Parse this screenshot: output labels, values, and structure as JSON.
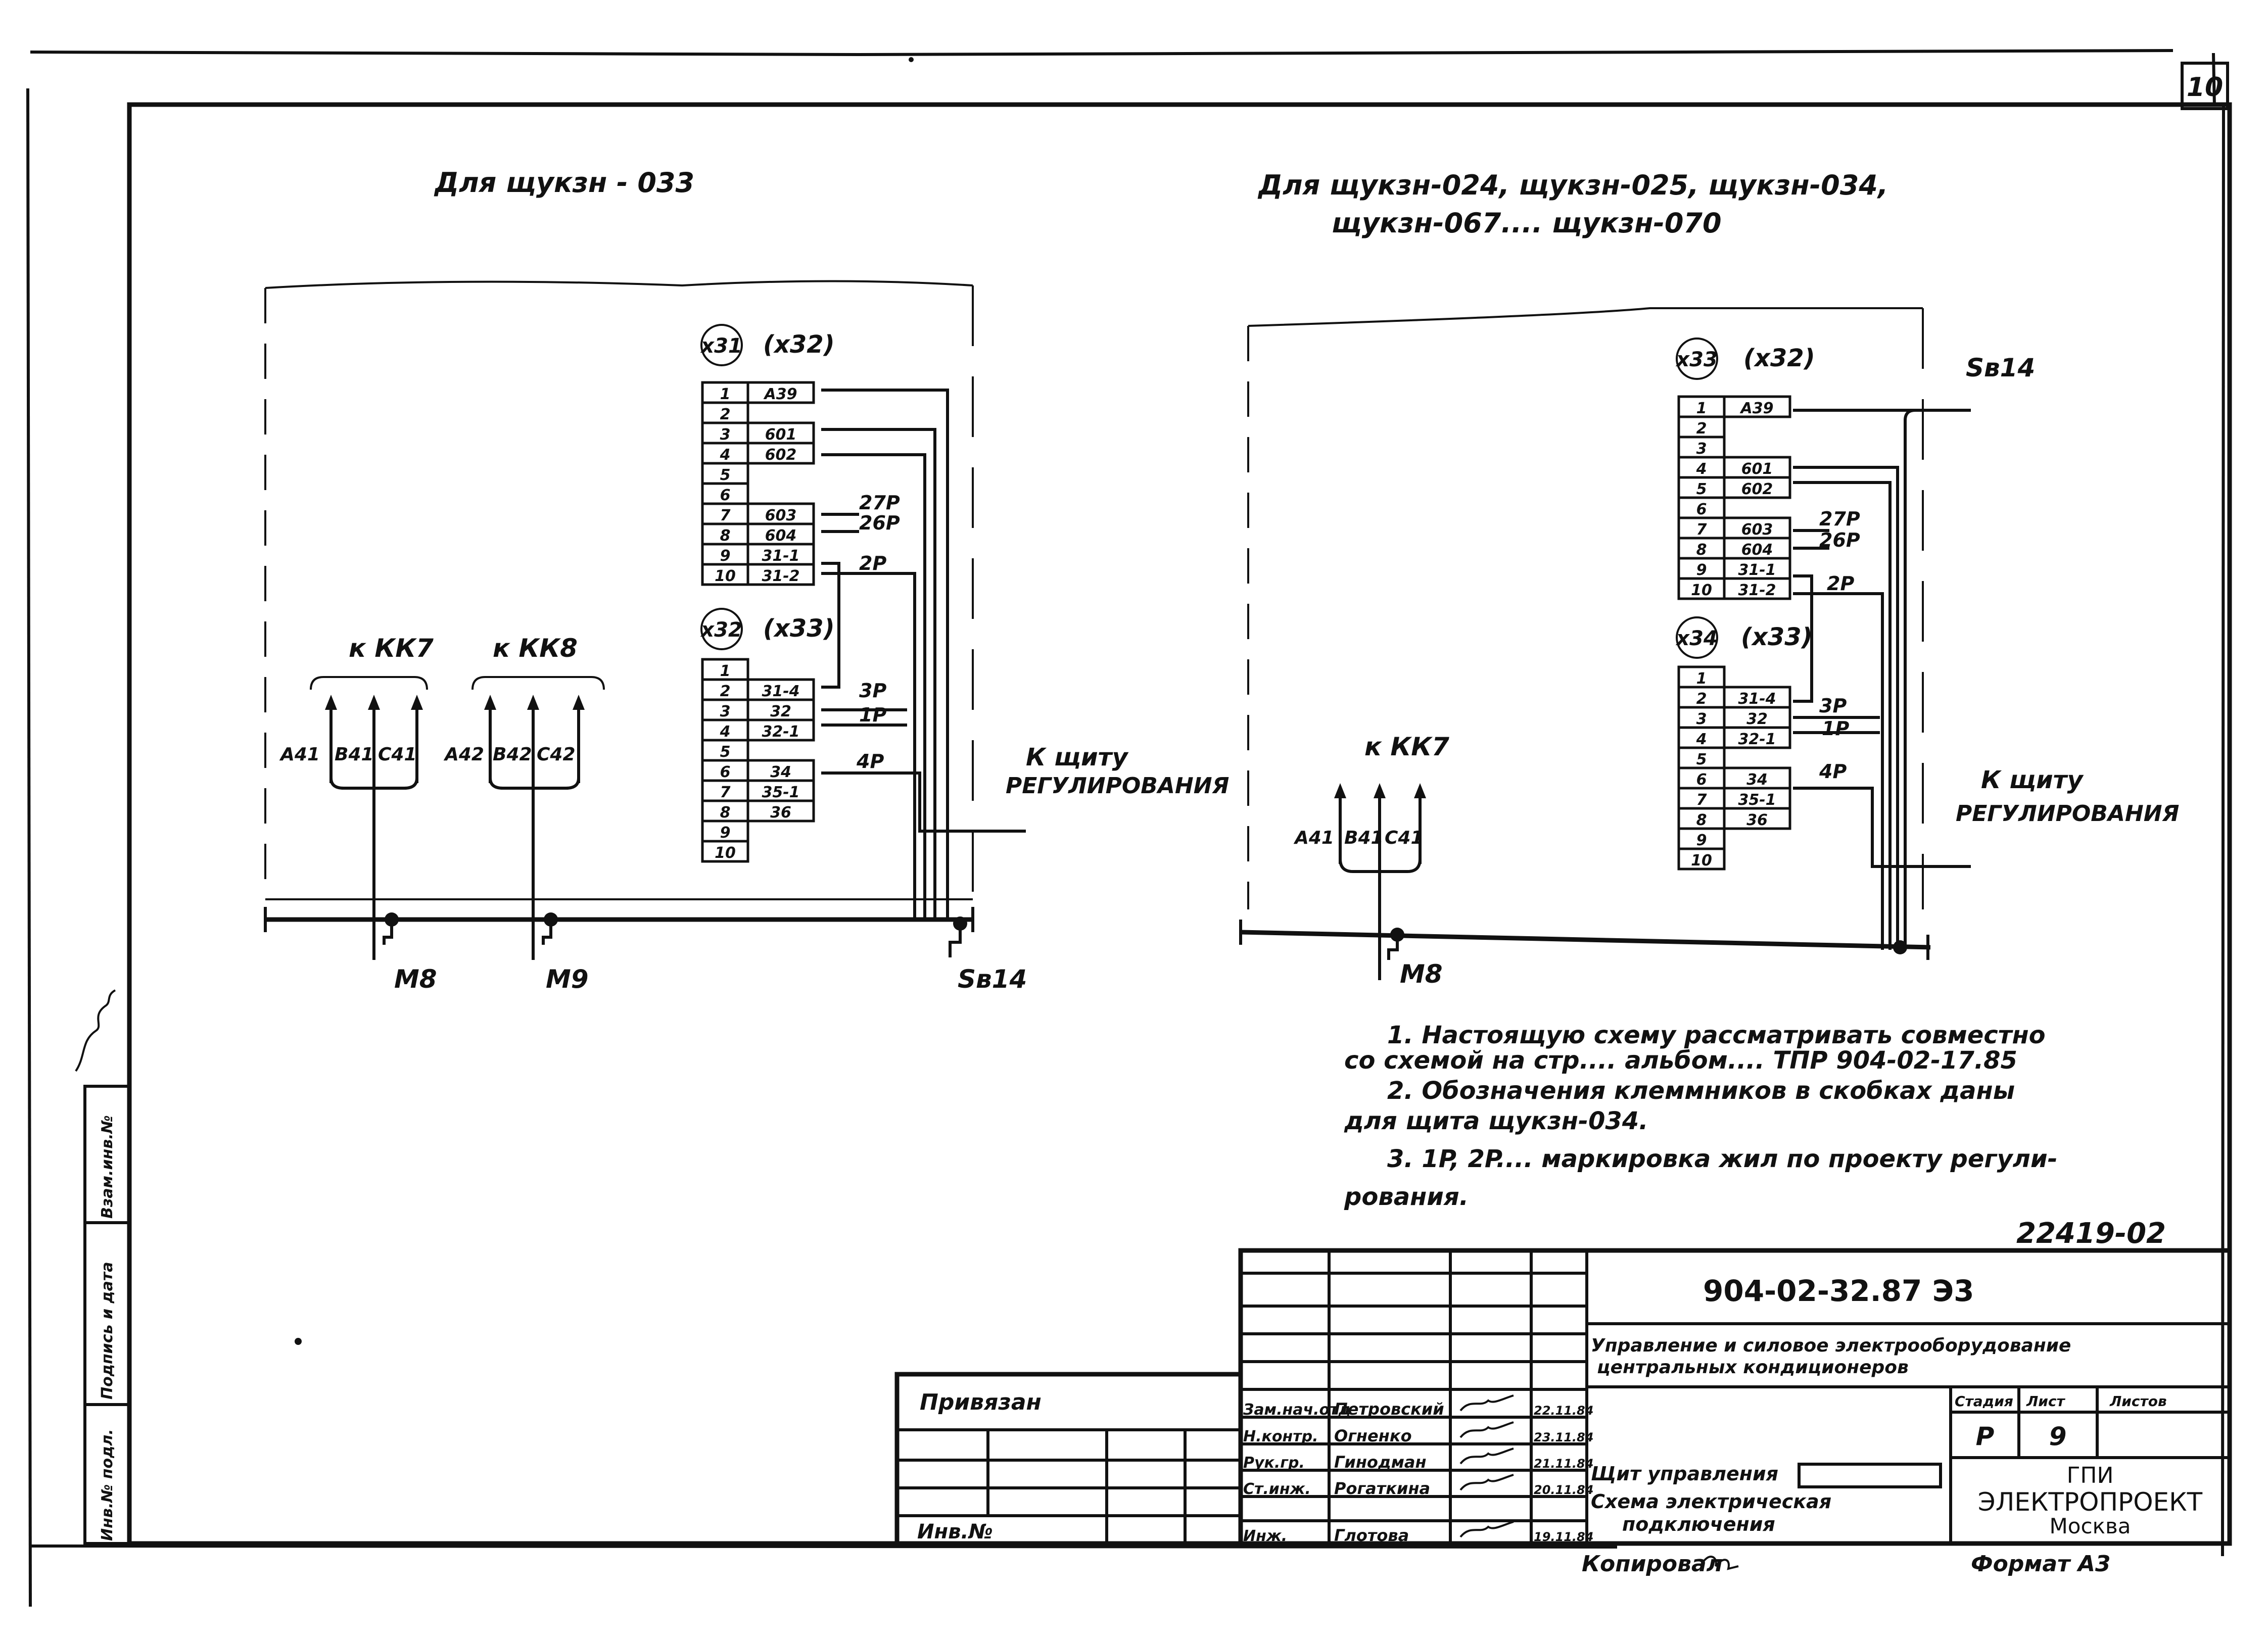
{
  "sheet_number": "10",
  "left_panel": {
    "title": "Для щукзн - 033",
    "block_top": {
      "id": "x31",
      "alt": "(x32)",
      "rows": [
        {
          "n": "1",
          "w": "A39"
        },
        {
          "n": "2",
          "w": ""
        },
        {
          "n": "3",
          "w": "601"
        },
        {
          "n": "4",
          "w": "602"
        },
        {
          "n": "5",
          "w": ""
        },
        {
          "n": "6",
          "w": ""
        },
        {
          "n": "7",
          "w": "603"
        },
        {
          "n": "8",
          "w": "604"
        },
        {
          "n": "9",
          "w": "31-1"
        },
        {
          "n": "10",
          "w": "31-2"
        }
      ],
      "marks": [
        "27P",
        "26P",
        "2P"
      ]
    },
    "block_bottom": {
      "id": "x32",
      "alt": "(x33)",
      "rows": [
        {
          "n": "1",
          "w": ""
        },
        {
          "n": "2",
          "w": "31-4"
        },
        {
          "n": "3",
          "w": "32"
        },
        {
          "n": "4",
          "w": "32-1"
        },
        {
          "n": "5",
          "w": ""
        },
        {
          "n": "6",
          "w": "34"
        },
        {
          "n": "7",
          "w": "35-1"
        },
        {
          "n": "8",
          "w": "36"
        },
        {
          "n": "9",
          "w": ""
        },
        {
          "n": "10",
          "w": ""
        }
      ],
      "marks": [
        "3P",
        "1P",
        "4P"
      ]
    },
    "groups": [
      {
        "title": "к КК7",
        "wires": [
          "A41",
          "B41",
          "C41"
        ],
        "motor": "M8"
      },
      {
        "title": "к КК8",
        "wires": [
          "A42",
          "B42",
          "C42"
        ],
        "motor": "M9"
      }
    ],
    "to_regulator": [
      "К щиту",
      "РЕГУЛИРОВАНИЯ"
    ],
    "sb_label": "Sв14"
  },
  "right_panel": {
    "title_line1": "Для щукзн-024, щукзн-025, щукзн-034,",
    "title_line2": "щукзн-067.... щукзн-070",
    "block_top": {
      "id": "x33",
      "alt": "(x32)",
      "rows": [
        {
          "n": "1",
          "w": "A39"
        },
        {
          "n": "2",
          "w": ""
        },
        {
          "n": "3",
          "w": ""
        },
        {
          "n": "4",
          "w": "601"
        },
        {
          "n": "5",
          "w": "602"
        },
        {
          "n": "6",
          "w": ""
        },
        {
          "n": "7",
          "w": "603"
        },
        {
          "n": "8",
          "w": "604"
        },
        {
          "n": "9",
          "w": "31-1"
        },
        {
          "n": "10",
          "w": "31-2"
        }
      ],
      "marks": [
        "27P",
        "26P",
        "2P"
      ]
    },
    "block_bottom": {
      "id": "x34",
      "alt": "(x33)",
      "rows": [
        {
          "n": "1",
          "w": ""
        },
        {
          "n": "2",
          "w": "31-4"
        },
        {
          "n": "3",
          "w": "32"
        },
        {
          "n": "4",
          "w": "32-1"
        },
        {
          "n": "5",
          "w": ""
        },
        {
          "n": "6",
          "w": "34"
        },
        {
          "n": "7",
          "w": "35-1"
        },
        {
          "n": "8",
          "w": "36"
        },
        {
          "n": "9",
          "w": ""
        },
        {
          "n": "10",
          "w": ""
        }
      ],
      "marks": [
        "3P",
        "1P",
        "4P"
      ]
    },
    "group": {
      "title": "к КК7",
      "wires": [
        "A41",
        "B41",
        "C41"
      ],
      "motor": "M8"
    },
    "to_regulator": [
      "К щиту",
      "РЕГУЛИРОВАНИЯ"
    ],
    "sb_label": "Sв14"
  },
  "notes": [
    "1. Настоящую схему рассматривать совместно",
    "со схемой на стр.... альбом.... ТПР 904-02-17.85",
    "2. Обозначения клеммников в скобках даны",
    "для щита щукзн-034.",
    "3. 1P, 2P.... маркировка жил по проекту регули-",
    "рования."
  ],
  "archive_number": "22419-02",
  "title_block": {
    "doc_code": "904-02-32.87 Э3",
    "project_title_line1": "Управление и силовое электрооборудование",
    "project_title_line2": "центральных кондиционеров",
    "sheet_title_line1": "Щит управления",
    "sheet_title_line2": "Схема электрическая",
    "sheet_title_line3": "подключения",
    "stage_header": "Стадия",
    "sheet_header": "Лист",
    "sheets_header": "Листов",
    "stage": "Р",
    "sheet": "9",
    "sheets": "",
    "org_line1": "ГПИ",
    "org_line2": "ЭЛЕКТРОПРОЕКТ",
    "org_line3": "Москва",
    "staff": [
      {
        "role": "Зам.нач.отд",
        "name": "Петровский",
        "date": "22.11.84"
      },
      {
        "role": "Н.контр.",
        "name": "Огненко",
        "date": "23.11.84"
      },
      {
        "role": "Рук.гр.",
        "name": "Гинодман",
        "date": "21.11.84"
      },
      {
        "role": "Ст.инж.",
        "name": "Рогаткина",
        "date": "20.11.84"
      },
      {
        "role": "Инж.",
        "name": "Глотова",
        "date": "19.11.84"
      }
    ]
  },
  "privyazan": "Привязан",
  "inv_no": "Инв.№",
  "copied": "Копировал",
  "format": "Формат А3",
  "side_stamp": [
    "Инв.№ подл.",
    "Подпись и дата",
    "Взам.инв.№"
  ]
}
